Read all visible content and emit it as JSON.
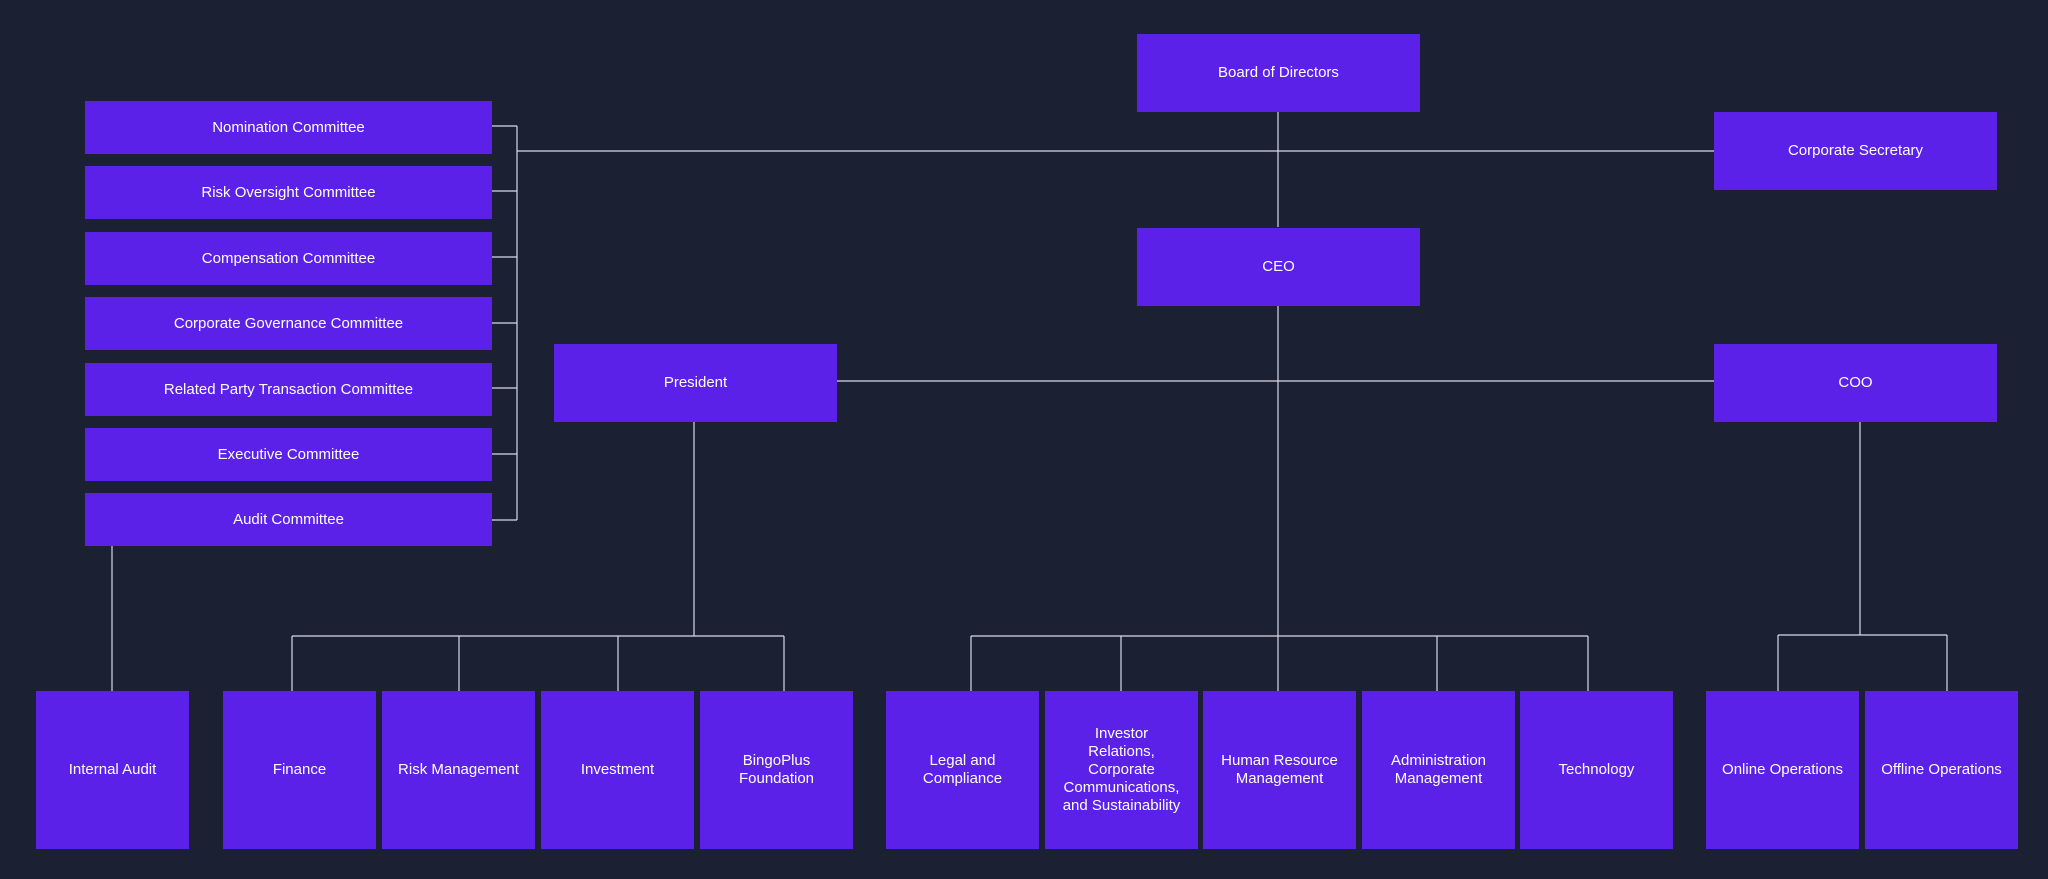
{
  "colors": {
    "background": "#1c2033",
    "box": "#5b21e8",
    "text": "#ffffff",
    "connector": "#d9d9e6"
  },
  "board": {
    "label": "Board of Directors"
  },
  "corporate_secretary": {
    "label": "Corporate Secretary"
  },
  "ceo": {
    "label": "CEO"
  },
  "president": {
    "label": "President"
  },
  "coo": {
    "label": "COO"
  },
  "committees": [
    {
      "label": "Nomination Committee"
    },
    {
      "label": "Risk Oversight Committee"
    },
    {
      "label": "Compensation Committee"
    },
    {
      "label": "Corporate Governance Committee"
    },
    {
      "label": "Related Party Transaction Committee"
    },
    {
      "label": "Executive Committee"
    },
    {
      "label": "Audit Committee"
    }
  ],
  "internal_audit": {
    "label": "Internal Audit"
  },
  "president_units": [
    {
      "label": "Finance"
    },
    {
      "label": "Risk Management"
    },
    {
      "label": "Investment"
    },
    {
      "label": "BingoPlus\nFoundation"
    }
  ],
  "ceo_units": [
    {
      "label": "Legal and\nCompliance"
    },
    {
      "label": "Investor\nRelations,\nCorporate\nCommunications,\nand Sustainability"
    },
    {
      "label": "Human Resource\nManagement"
    },
    {
      "label": "Administration\nManagement"
    },
    {
      "label": "Technology"
    }
  ],
  "coo_units": [
    {
      "label": "Online Operations"
    },
    {
      "label": "Offline Operations"
    }
  ]
}
